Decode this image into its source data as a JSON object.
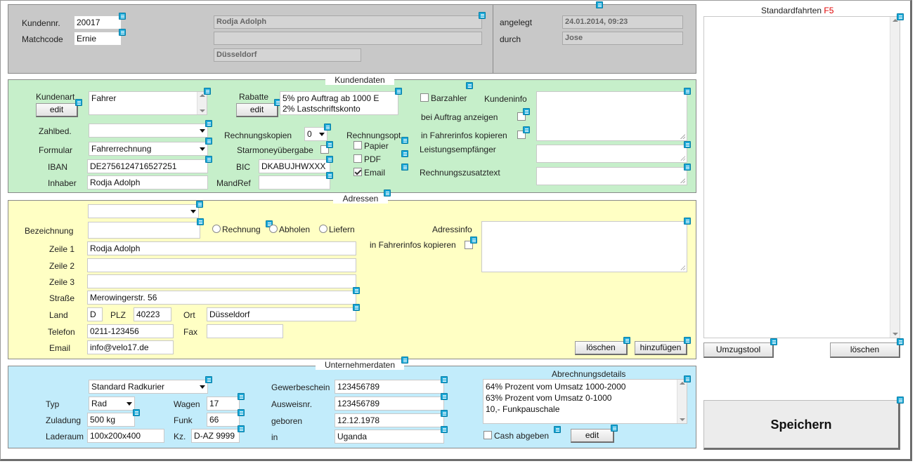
{
  "header": {
    "kundennr_label": "Kundennr.",
    "kundennr_value": "20017",
    "matchcode_label": "Matchcode",
    "matchcode_value": "Ernie",
    "name_value": "Rodja Adolph",
    "line2_value": "",
    "city_value": "Düsseldorf",
    "angelegt_label": "angelegt",
    "angelegt_value": "24.01.2014, 09:23",
    "durch_label": "durch",
    "durch_value": "Jose"
  },
  "kundendaten": {
    "legend": "Kundendaten",
    "kundenart_label": "Kundenart",
    "kundenart_edit": "edit",
    "kundenart_value": "Fahrer",
    "rabatte_label": "Rabatte",
    "rabatte_edit": "edit",
    "rabatte_items": [
      "5% pro Auftrag ab 1000 E",
      "2% Lastschriftskonto"
    ],
    "barzahler_label": "Barzahler",
    "kundeninfo_label": "Kundeninfo",
    "bei_auftrag_label": "bei Auftrag anzeigen",
    "fahrerinfos_label": "in Fahrerinfos kopieren",
    "zahlbed_label": "Zahlbed.",
    "zahlbed_value": "",
    "rechnungskopien_label": "Rechnungskopien",
    "rechnungskopien_value": "0",
    "rechnungsopt_label": "Rechnungsopt.",
    "papier_label": "Papier",
    "pdf_label": "PDF",
    "email_label": "Email",
    "formular_label": "Formular",
    "formular_value": "Fahrerrechnung",
    "starmoney_label": "Starmoneyübergabe",
    "leistungsempfaenger_label": "Leistungsempfänger",
    "iban_label": "IBAN",
    "iban_value": "DE2756124716527251",
    "bic_label": "BIC",
    "bic_value": "DKABUJHWXXX",
    "rechnungszusatz_label": "Rechnungszusatztext",
    "inhaber_label": "Inhaber",
    "inhaber_value": "Rodja Adolph",
    "mandref_label": "MandRef",
    "mandref_value": ""
  },
  "adressen": {
    "legend": "Adressen",
    "select_value": "",
    "bezeichnung_label": "Bezeichnung",
    "bezeichnung_value": "",
    "radio_rechnung": "Rechnung",
    "radio_abholen": "Abholen",
    "radio_liefern": "Liefern",
    "adressinfo_label": "Adressinfo",
    "fahrerinfos_label": "in Fahrerinfos kopieren",
    "zeile1_label": "Zeile 1",
    "zeile1_value": "Rodja Adolph",
    "zeile2_label": "Zeile 2",
    "zeile2_value": "",
    "zeile3_label": "Zeile 3",
    "zeile3_value": "",
    "strasse_label": "Straße",
    "strasse_value": "Merowingerstr. 56",
    "land_label": "Land",
    "land_value": "D",
    "plz_label": "PLZ",
    "plz_value": "40223",
    "ort_label": "Ort",
    "ort_value": "Düsseldorf",
    "telefon_label": "Telefon",
    "telefon_value": "0211-123456",
    "fax_label": "Fax",
    "fax_value": "",
    "email_label": "Email",
    "email_value": "info@velo17.de",
    "loeschen_button": "löschen",
    "hinzufuegen_button": "hinzufügen"
  },
  "unternehmer": {
    "legend": "Unternehmerdaten",
    "radkurier_value": "Standard Radkurier",
    "typ_label": "Typ",
    "typ_value": "Rad",
    "zuladung_label": "Zuladung",
    "zuladung_value": "500 kg",
    "laderaum_label": "Laderaum",
    "laderaum_value": "100x200x400",
    "wagen_label": "Wagen",
    "wagen_value": "17",
    "funk_label": "Funk",
    "funk_value": "66",
    "kz_label": "Kz.",
    "kz_value": "D-AZ 9999",
    "gewerbeschein_label": "Gewerbeschein",
    "gewerbeschein_value": "123456789",
    "ausweisnr_label": "Ausweisnr.",
    "ausweisnr_value": "123456789",
    "geboren_label": "geboren",
    "geboren_value": "12.12.1978",
    "in_label": "in",
    "in_value": "Uganda",
    "abrechnungsdetails_label": "Abrechnungsdetails",
    "abrechnungsdetails_items": [
      "64% Prozent vom Umsatz 1000-2000",
      "63% Prozent vom Umsatz 0-1000",
      "10,-  Funkpauschale"
    ],
    "cash_label": "Cash abgeben",
    "edit_button": "edit"
  },
  "standardfahrten": {
    "title": "Standardfahrten",
    "hotkey": "F5",
    "umzugstool_button": "Umzugstool",
    "loeschen_button": "löschen",
    "speichern_button": "Speichern"
  },
  "state": {
    "email_checked": true,
    "papier_checked": false,
    "pdf_checked": false
  },
  "colors": {
    "header_bg": "#c8c8c8",
    "kundendaten_bg": "#c6efca",
    "adressen_bg": "#ffffc4",
    "unternehmer_bg": "#c2ecfb",
    "info_icon": "#19a8d8",
    "hotkey": "#e00000"
  },
  "icons": {
    "info": "info-note-icon"
  }
}
